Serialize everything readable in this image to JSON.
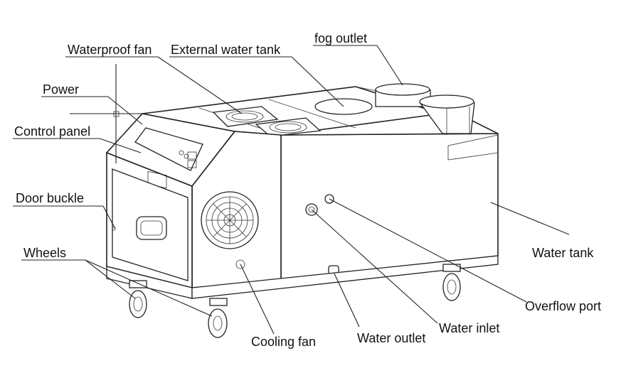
{
  "labels": {
    "waterproof_fan": "Waterproof fan",
    "external_water_tank": "External water tank",
    "fog_outlet": "fog outlet",
    "power": "Power",
    "control_panel": "Control panel",
    "door_buckle": "Door buckle",
    "wheels": "Wheels",
    "water_tank": "Water tank",
    "overflow_port": "Overflow port",
    "water_inlet": "Water inlet",
    "water_outlet": "Water outlet",
    "cooling_fan": "Cooling fan"
  },
  "colors": {
    "ink": "#222222",
    "background": "#ffffff"
  }
}
